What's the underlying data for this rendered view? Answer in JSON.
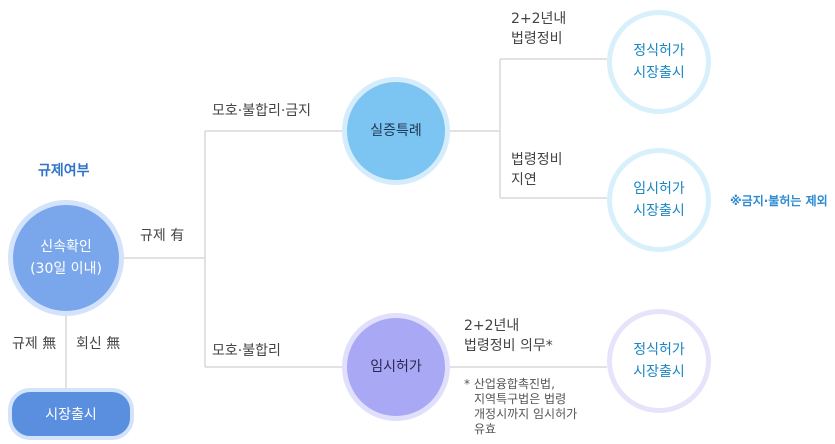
{
  "title": "규제여부",
  "start": {
    "line1": "신속확인",
    "line2": "(30일 이내)"
  },
  "exempt": {
    "label": "시장출시",
    "no_reg": "규제 無",
    "no_reply": "회신 無"
  },
  "has_reg": "규제 有",
  "branch_top": "모호·불합리·금지",
  "branch_bottom": "모호·불합리",
  "sandbox": "실증특례",
  "temp_permit": "임시허가",
  "sandbox_ok": {
    "line1": "2+2년내",
    "line2": "법령정비"
  },
  "sandbox_delay": {
    "line1": "법령정비",
    "line2": "지연"
  },
  "temp_note": {
    "line1": "2+2년내",
    "line2": "법령정비 의무*"
  },
  "footnote": {
    "line1": "* 산업융합촉진법,",
    "line2": "지역특구법은 법령",
    "line3": "개정시까지 임시허가",
    "line4": "유효"
  },
  "outcome_formal": {
    "line1": "정식허가",
    "line2": "시장출시"
  },
  "outcome_temp": {
    "line1": "임시허가",
    "line2": "시장출시"
  },
  "outcome_formal2": {
    "line1": "정식허가",
    "line2": "시장출시"
  },
  "exclusion": "※금지·불허는 제외",
  "colors": {
    "accent": "#2f74c8",
    "line": "#d9d9d9",
    "sandbox": "#7cc4f2",
    "temp": "#a9a8f5",
    "start": "#7aa7ec"
  }
}
